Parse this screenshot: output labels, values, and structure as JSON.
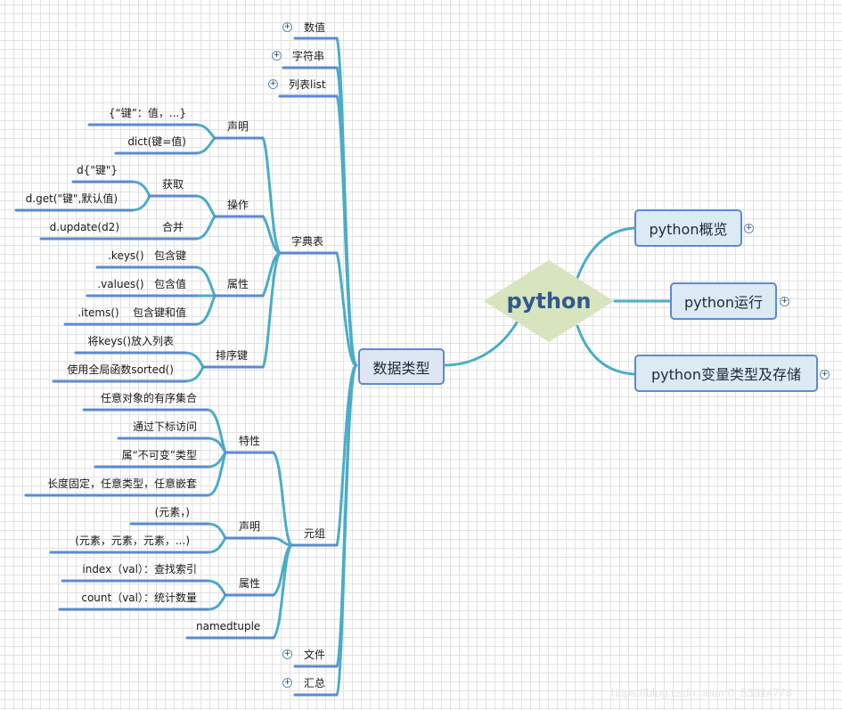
{
  "center": {
    "label": "python"
  },
  "right_topics": [
    {
      "label": "python概览"
    },
    {
      "label": "python运行"
    },
    {
      "label": "python变量类型及存储"
    }
  ],
  "data_types": {
    "label": "数据类型",
    "collapsed_top": [
      {
        "label": "数值"
      },
      {
        "label": "字符串"
      },
      {
        "label": "列表list"
      }
    ],
    "dict": {
      "label": "字典表",
      "declare": {
        "label": "声明",
        "items": [
          "{“键”：值，...}",
          "dict(键=值)"
        ]
      },
      "ops": {
        "label": "操作",
        "get": {
          "label": "获取",
          "items": [
            "d{\"键\"}",
            "d.get(\"键\",默认值)"
          ]
        },
        "merge": {
          "label": "合并",
          "items": [
            "d.update(d2)"
          ]
        }
      },
      "attrs": {
        "label": "属性",
        "items": [
          ".keys()   包含键",
          ".values()   包含值",
          ".items()    包含键和值"
        ]
      },
      "sort": {
        "label": "排序键",
        "items": [
          "将keys()放入列表",
          "使用全局函数sorted()"
        ]
      }
    },
    "tuple": {
      "label": "元组",
      "traits": {
        "label": "特性",
        "items": [
          "任意对象的有序集合",
          "通过下标访问",
          "属“不可变”类型",
          "长度固定，任意类型，任意嵌套"
        ]
      },
      "declare": {
        "label": "声明",
        "items": [
          "(元素，)",
          "(元素，元素，元素，...)"
        ]
      },
      "attrs": {
        "label": "属性",
        "items": [
          "index（val）：查找索引",
          "count（val）：统计数量"
        ]
      },
      "namedtuple": {
        "label": "namedtuple"
      }
    },
    "collapsed_bottom": [
      {
        "label": "文件"
      },
      {
        "label": "汇总"
      }
    ]
  },
  "watermark": "https://blog.csdn.net/m0_53314778",
  "colors": {
    "branch": "#4bacc6",
    "underline": "#5b8ad4",
    "center_fill": "#d7e4bd",
    "center_text": "#2f5a8e"
  }
}
